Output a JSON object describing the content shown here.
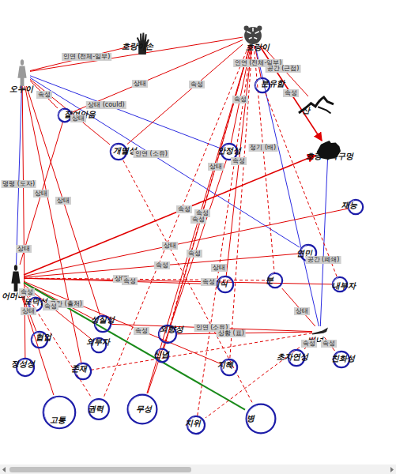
{
  "diagram": {
    "nodes": [
      {
        "text": [
          "오누이"
        ]
      },
      {
        "text": [
          "호랑이손"
        ]
      },
      {
        "text": [
          "호랑이"
        ]
      },
      {
        "text": [
          "분유함"
        ]
      },
      {
        "text": [
          "산"
        ]
      },
      {
        "text": [
          "잘여안음"
        ]
      },
      {
        "text": [
          "호랑이목구멍"
        ]
      },
      {
        "text": [
          "개별성"
        ]
      },
      {
        "text": [
          "안정성"
        ]
      },
      {
        "text": [
          "재능"
        ]
      },
      {
        "text": [
          "연민"
        ]
      },
      {
        "text": [
          "분"
        ]
      },
      {
        "text": [
          "내부자"
        ]
      },
      {
        "text": [
          "어머니"
        ]
      },
      {
        "text": [
          "지식"
        ]
      },
      {
        "text": [
          "도덕성"
        ]
      },
      {
        "text": [
          "성실성"
        ]
      },
      {
        "text": [
          "외부자"
        ]
      },
      {
        "text": [
          "외향성"
        ]
      },
      {
        "text": [
          "협업"
        ]
      },
      {
        "text": [
          "신념"
        ]
      },
      {
        "text": [
          "비녀"
        ]
      },
      {
        "text": [
          "초자연성"
        ]
      },
      {
        "text": [
          "친화성"
        ]
      },
      {
        "text": [
          "정성성"
        ]
      },
      {
        "text": [
          "존재"
        ]
      },
      {
        "text": [
          "지혜"
        ]
      },
      {
        "text": [
          "고통"
        ]
      },
      {
        "text": [
          "권력"
        ]
      },
      {
        "text": [
          "무성"
        ]
      },
      {
        "text": [
          "지위"
        ]
      },
      {
        "text": [
          "병"
        ]
      }
    ],
    "edges": [
      {
        "from": 0,
        "to": 1,
        "arrow": "none",
        "label": "인연 (전체-일부)"
      },
      {
        "from": 0,
        "to": 2,
        "arrow": "none"
      },
      {
        "from": 0,
        "to": 5,
        "arrow": "none",
        "label": "속성"
      },
      {
        "from": 0,
        "to": 7,
        "arrow": "none",
        "label": "상태"
      },
      {
        "from": 0,
        "to": 8,
        "arrow": "none",
        "label": "상태 (could)"
      },
      {
        "from": 0,
        "to": 13,
        "arrow": "none",
        "label": "명령 (도자)"
      },
      {
        "from": 0,
        "to": 10,
        "arrow": "none",
        "label": "인연 (소유)"
      },
      {
        "from": 0,
        "to": 16,
        "arrow": "none",
        "label": "상태"
      },
      {
        "from": 0,
        "to": 24,
        "arrow": "none",
        "label": "상태"
      },
      {
        "from": 0,
        "to": 25,
        "arrow": "none"
      },
      {
        "from": 2,
        "to": 3,
        "arrow": "none",
        "label": "인연 (전체-일부)"
      },
      {
        "from": 2,
        "to": 4,
        "arrow": "none",
        "label": "공간 (근접)"
      },
      {
        "from": 2,
        "to": 6,
        "arrow": "to",
        "label": "속성"
      },
      {
        "from": 2,
        "to": 5,
        "arrow": "none",
        "label": "상태"
      },
      {
        "from": 2,
        "to": 7,
        "arrow": "none",
        "label": "속성"
      },
      {
        "from": 2,
        "to": 8,
        "arrow": "none",
        "label": "속성"
      },
      {
        "from": 2,
        "to": 11,
        "arrow": "none",
        "label": "정기 (배)"
      },
      {
        "from": 2,
        "to": 14,
        "arrow": "none",
        "label": "속성"
      },
      {
        "from": 2,
        "to": 18,
        "arrow": "none",
        "label": "속성"
      },
      {
        "from": 2,
        "to": 20,
        "arrow": "none",
        "label": "상태"
      },
      {
        "from": 2,
        "to": 26,
        "arrow": "none"
      },
      {
        "from": 2,
        "to": 28,
        "arrow": "none"
      },
      {
        "from": 2,
        "to": 29,
        "arrow": "none",
        "label": "속성"
      },
      {
        "from": 2,
        "to": 30,
        "arrow": "none",
        "label": "상태"
      },
      {
        "from": 2,
        "to": 21,
        "arrow": "none"
      },
      {
        "from": 13,
        "to": 6,
        "arrow": "to",
        "label": "속성"
      },
      {
        "from": 13,
        "to": 9,
        "arrow": "none",
        "label": "상태"
      },
      {
        "from": 13,
        "to": 10,
        "arrow": "none",
        "label": "속성"
      },
      {
        "from": 13,
        "to": 12,
        "arrow": "none",
        "label": "속성"
      },
      {
        "from": 13,
        "to": 11,
        "arrow": "none",
        "label": "상태"
      },
      {
        "from": 13,
        "to": 14,
        "arrow": "none",
        "label": "속성"
      },
      {
        "from": 13,
        "to": 15,
        "arrow": "none",
        "label": "속성"
      },
      {
        "from": 13,
        "to": 19,
        "arrow": "none",
        "label": "상태"
      },
      {
        "from": 13,
        "to": 16,
        "arrow": "none",
        "label": "공간 (출처)"
      },
      {
        "from": 13,
        "to": 17,
        "arrow": "none",
        "label": "속성"
      },
      {
        "from": 13,
        "to": 27,
        "arrow": "none"
      },
      {
        "from": 13,
        "to": 28,
        "arrow": "none"
      },
      {
        "from": 13,
        "to": 31,
        "arrow": "none"
      },
      {
        "from": 13,
        "to": 26,
        "arrow": "none",
        "label": "속성"
      },
      {
        "from": 21,
        "to": 6,
        "arrow": "none",
        "label": "공간 (폐쇄)"
      },
      {
        "from": 21,
        "to": 22,
        "arrow": "none",
        "label": "속성"
      },
      {
        "from": 21,
        "to": 23,
        "arrow": "none",
        "label": "속성"
      },
      {
        "from": 21,
        "to": 16,
        "arrow": "none",
        "label": "인연 (소유)"
      },
      {
        "from": 21,
        "to": 18,
        "arrow": "none",
        "label": "상황 (표)"
      },
      {
        "from": 21,
        "to": 11,
        "arrow": "none",
        "label": "상태"
      },
      {
        "from": 21,
        "to": 30,
        "arrow": "none"
      },
      {
        "from": 21,
        "to": 25,
        "arrow": "none"
      },
      {
        "from": 5,
        "to": 13,
        "arrow": "none",
        "label": "상태"
      },
      {
        "from": 7,
        "to": 31,
        "arrow": "none"
      },
      {
        "from": 8,
        "to": 29,
        "arrow": "none",
        "label": "속성"
      },
      {
        "from": 3,
        "to": 12,
        "arrow": "none"
      }
    ]
  }
}
